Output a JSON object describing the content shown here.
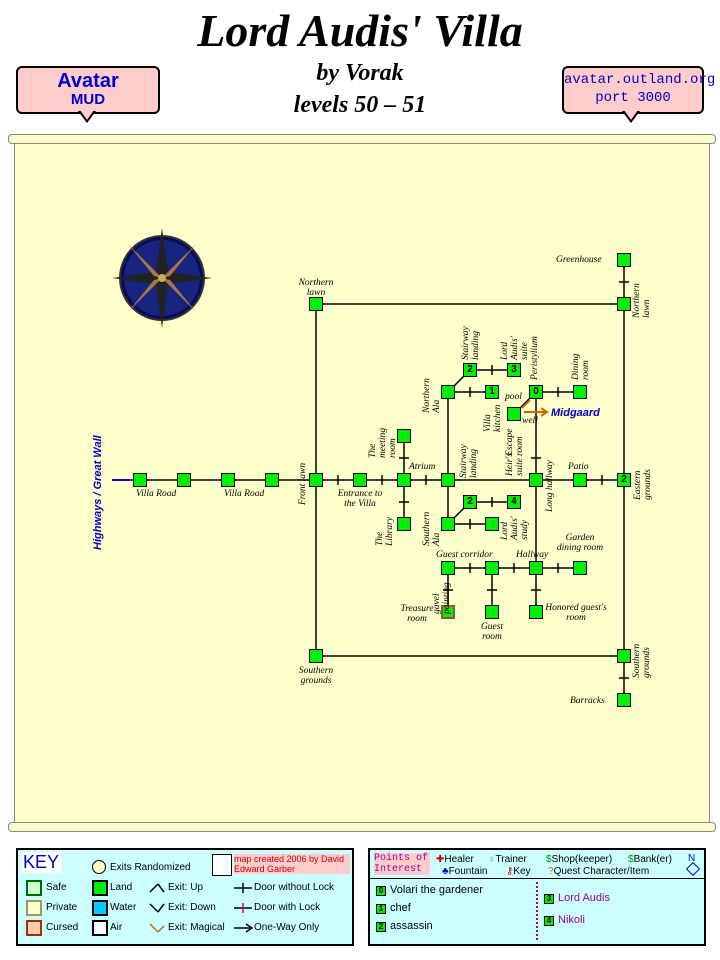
{
  "title": "Lord Audis' Villa",
  "author": "by Vorak",
  "levels": "levels 50 – 51",
  "banner_left": {
    "line1": "Avatar",
    "line2": "MUD"
  },
  "banner_right": {
    "line1": "avatar.outland.org",
    "line2": "port 3000"
  },
  "side_label": "Highways / Great Wall",
  "exit_label": "Midgaard",
  "colors": {
    "room": "#00ee00",
    "parchment": "#ffffcc",
    "panel": "#ccffff",
    "banner": "#ffcccc",
    "link_blue": "#0000cc",
    "purple": "#990099",
    "exit_orange": "#cc6600"
  },
  "rooms": {
    "greenhouse": "Greenhouse",
    "northern_lawn_w": "Northern lawn",
    "northern_lawn_e": "Northern lawn",
    "stairway_landing_n": "Stairway landing",
    "lord_audis_suite": "Lord Audis' suite",
    "peristylium": "Peristylium",
    "dining_room": "Dining room",
    "northern_ala": "Northern Ala",
    "villa_kitchen": "Villa kitchen",
    "pool": "pool",
    "well": "well",
    "escape_room": "Escape room",
    "meeting_room": "The meeting room",
    "atrium": "Atrium",
    "stairway_landing_s": "Stairway landing",
    "heirs_suite": "Heir's suite",
    "patio": "Patio",
    "villa_road_1": "Villa Road",
    "villa_road_2": "Villa Road",
    "front_lawn": "Front lawn",
    "entrance": "Entrance to the Villa",
    "long_hallway": "Long hallway",
    "eastern_grounds": "Eastern grounds",
    "library": "The Library",
    "southern_ala": "Southern Ala",
    "lord_audis_study": "Lord Audis' study",
    "guest_corridor": "Guest corridor",
    "hallway": "Hallway",
    "garden_dining": "Garden dining room",
    "gavel_painting": "gavel painting",
    "treasure_room": "Treasure room",
    "guest_room": "Guest room",
    "honored_guests": "Honored guest's room",
    "southern_grounds_w": "Southern grounds",
    "southern_grounds_e": "Southern grounds",
    "barracks": "Barracks"
  },
  "room_numbers": {
    "r2a": "2",
    "r3": "3",
    "r1": "1",
    "r0": "0",
    "r2b": "2",
    "r2c": "2",
    "r4": "4"
  },
  "key": {
    "title": "KEY",
    "exits_randomized": "Exits Randomized",
    "credit": "map created 2006 by David Edward Garber",
    "safe": "Safe",
    "private": "Private",
    "cursed": "Cursed",
    "land": "Land",
    "water": "Water",
    "air": "Air",
    "exit_up": "Exit: Up",
    "exit_down": "Exit: Down",
    "exit_magical": "Exit: Magical",
    "door_without_lock": "Door without Lock",
    "door_with_lock": "Door with Lock",
    "one_way": "One-Way Only"
  },
  "poi": {
    "title": "Points of Interest",
    "healer": "Healer",
    "trainer": "Trainer",
    "shop": "Shop(keeper)",
    "bank": "Bank(er)",
    "fountain": "Fountain",
    "key": "Key",
    "quest": "Quest Character/Item",
    "compass_n": "N",
    "items": [
      {
        "num": "0",
        "name": "Volari the gardener"
      },
      {
        "num": "1",
        "name": "chef"
      },
      {
        "num": "2",
        "name": "assassin"
      },
      {
        "num": "3",
        "name": "Lord Audis"
      },
      {
        "num": "4",
        "name": "Nikoli"
      }
    ]
  }
}
